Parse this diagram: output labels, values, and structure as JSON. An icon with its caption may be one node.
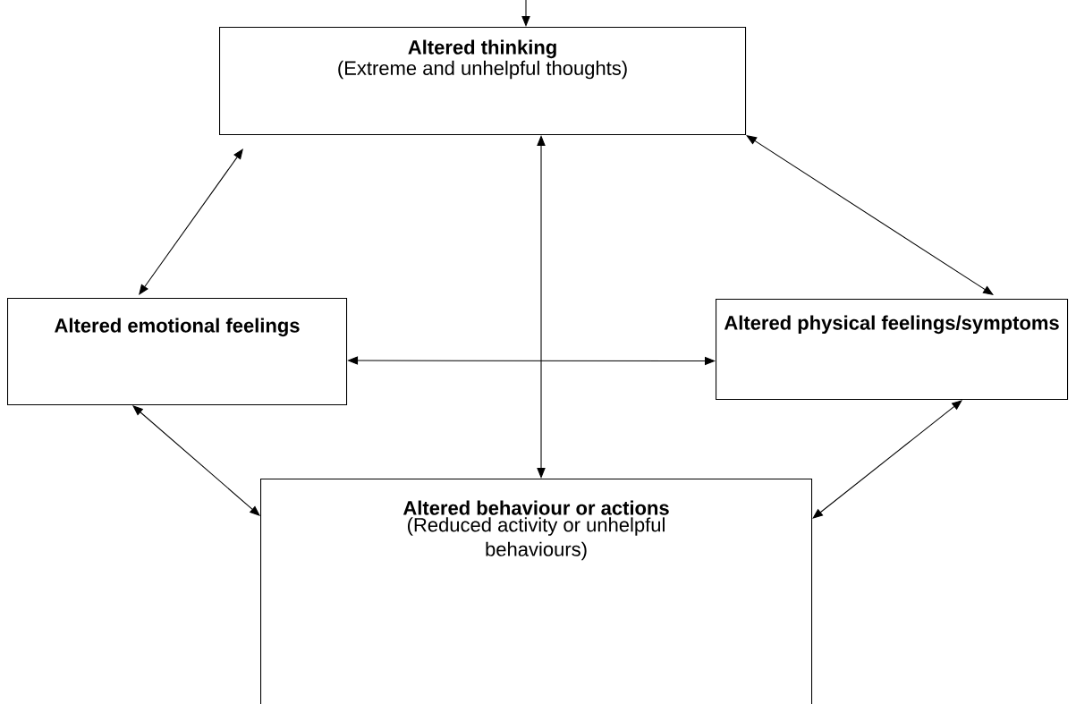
{
  "diagram": {
    "nodes": [
      {
        "text": [
          "Altered thinking",
          "(Extreme and unhelpful thoughts)"
        ]
      },
      {
        "text": [
          "Altered emotional feelings"
        ]
      },
      {
        "text": [
          "Altered physical feelings/symptoms"
        ]
      },
      {
        "text": [
          "Altered behaviour or actions",
          "(Reduced activity or unhelpful behaviours)"
        ]
      }
    ],
    "edges": [
      {
        "from": null,
        "to": 0,
        "arrow": "to"
      },
      {
        "from": 1,
        "to": 0,
        "arrow": "both"
      },
      {
        "from": 2,
        "to": 0,
        "arrow": "both"
      },
      {
        "from": 1,
        "to": 2,
        "arrow": "both"
      },
      {
        "from": 0,
        "to": 3,
        "arrow": "both"
      },
      {
        "from": 1,
        "to": 3,
        "arrow": "both"
      },
      {
        "from": 2,
        "to": 3,
        "arrow": "both"
      }
    ]
  }
}
